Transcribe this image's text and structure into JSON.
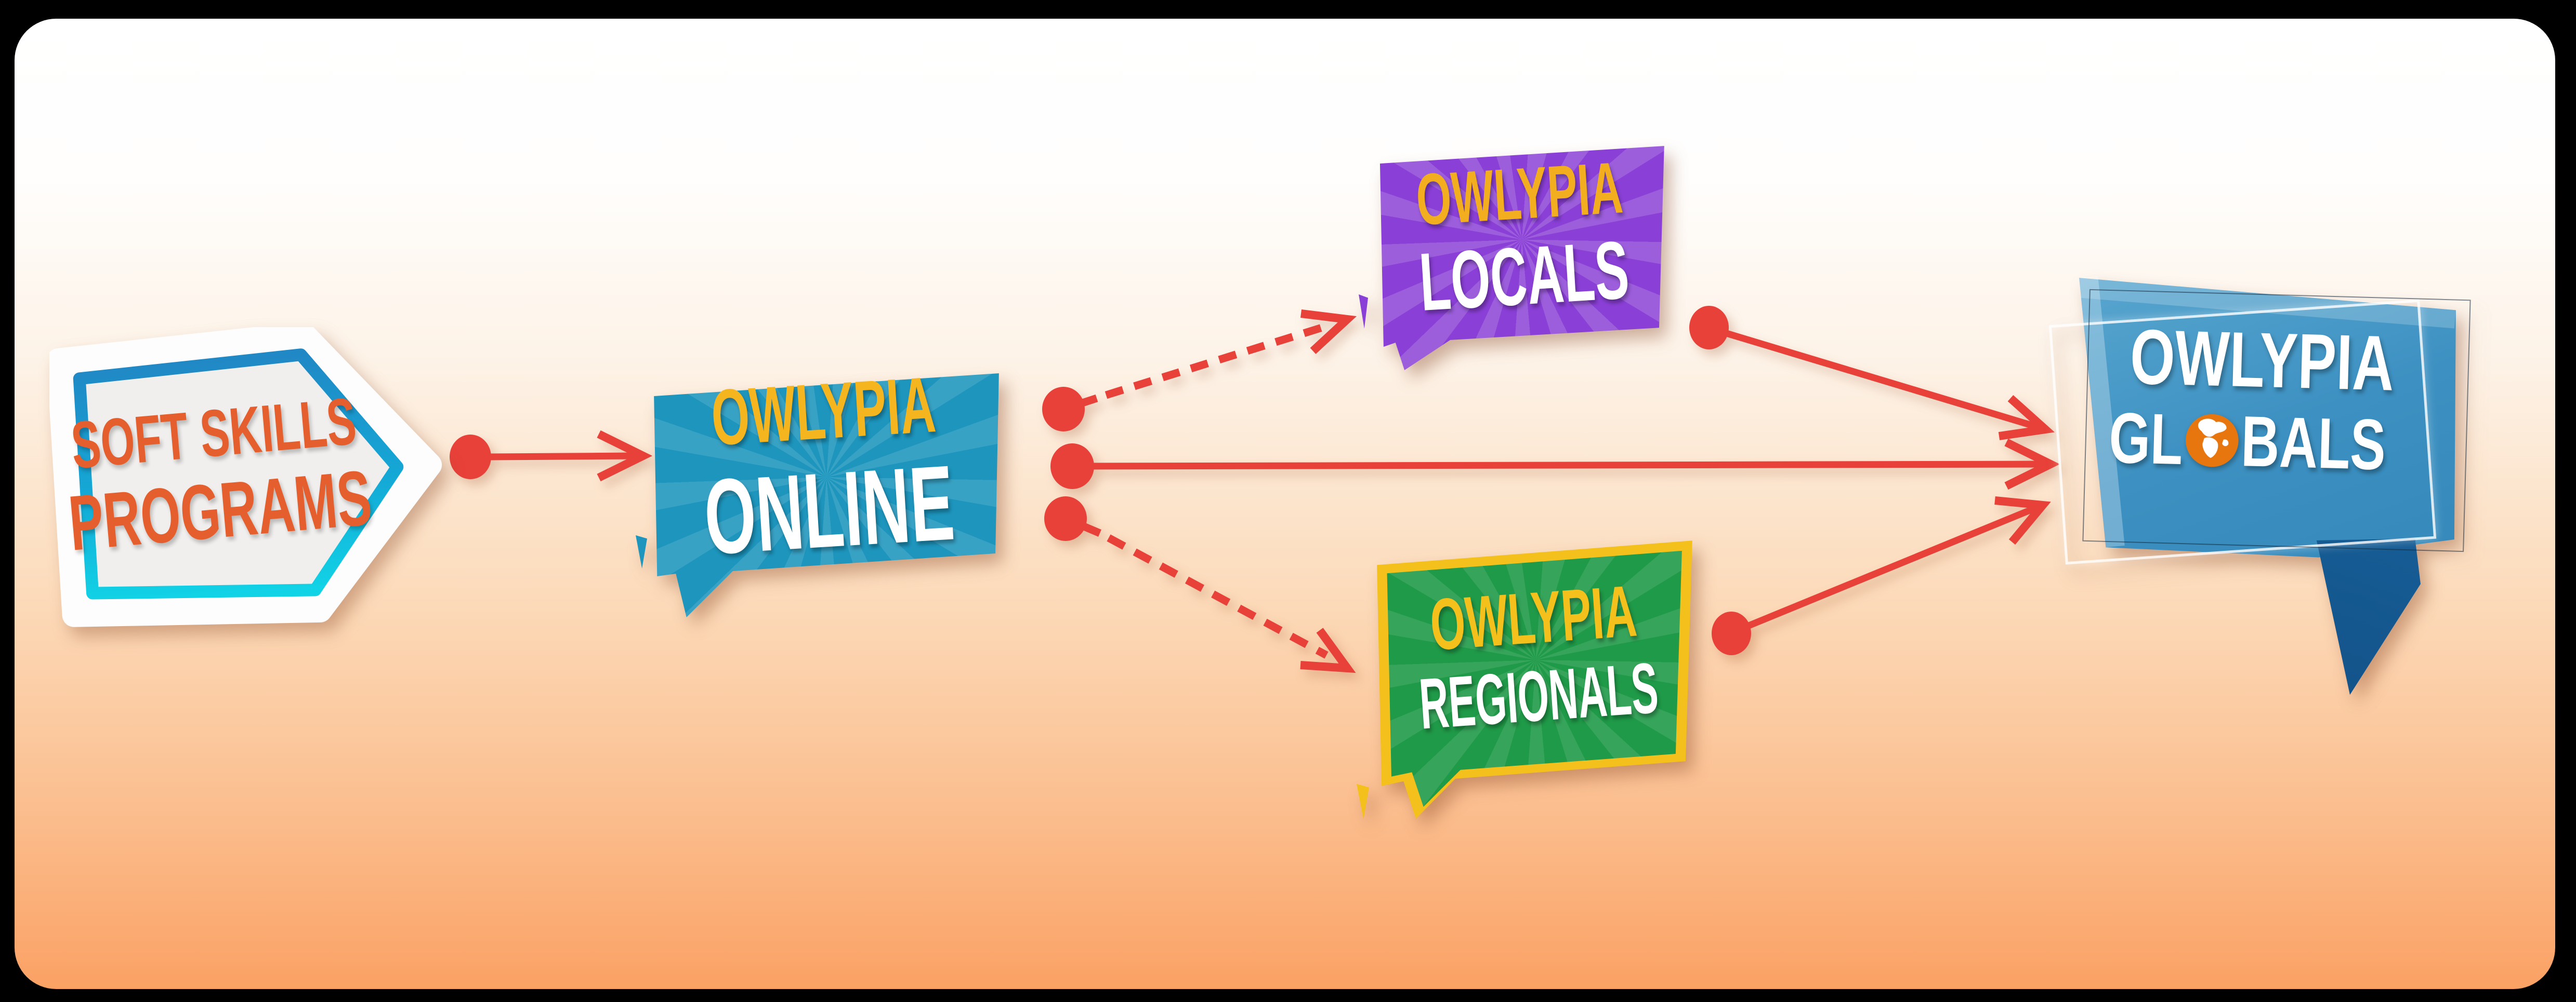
{
  "palette": {
    "frame": "#000000",
    "background_top": "#ffffff",
    "background_bottom": "#fba164",
    "arrow_red": "#e8413a",
    "online_blue": "#1d95bd",
    "locals_purple": "#8a3fd6",
    "regionals_green": "#1f9a48",
    "regionals_border_yellow": "#f3c01c",
    "globals_blue": "#3d91c2",
    "globals_fold_dark": "#114e84",
    "brand_yellow": "#f5b51e",
    "soft_text_orange": "#e55f2e",
    "soft_border_top": "#2088c5",
    "soft_border_bottom": "#11d3e6",
    "globe_orange": "#e8760f"
  },
  "nodes": {
    "soft_skills": {
      "line1": "SOFT SKILLS",
      "line2": "PROGRAMS"
    },
    "online": {
      "line1": "OWLYPIA",
      "line2": "ONLINE"
    },
    "locals": {
      "line1": "OWLYPIA",
      "line2": "LOCALS"
    },
    "regionals": {
      "line1": "OWLYPIA",
      "line2": "REGIONALS"
    },
    "globals": {
      "line1": "OWLYPIA",
      "line2_prefix": "GL",
      "line2_suffix": "BALS"
    }
  },
  "connections": [
    {
      "from": "soft-skills-programs",
      "to": "owlypia-online",
      "style": "solid"
    },
    {
      "from": "owlypia-online",
      "to": "owlypia-locals",
      "style": "dashed"
    },
    {
      "from": "owlypia-online",
      "to": "owlypia-globals",
      "style": "solid"
    },
    {
      "from": "owlypia-online",
      "to": "owlypia-regionals",
      "style": "dashed"
    },
    {
      "from": "owlypia-locals",
      "to": "owlypia-globals",
      "style": "solid"
    },
    {
      "from": "owlypia-regionals",
      "to": "owlypia-globals",
      "style": "solid"
    }
  ]
}
